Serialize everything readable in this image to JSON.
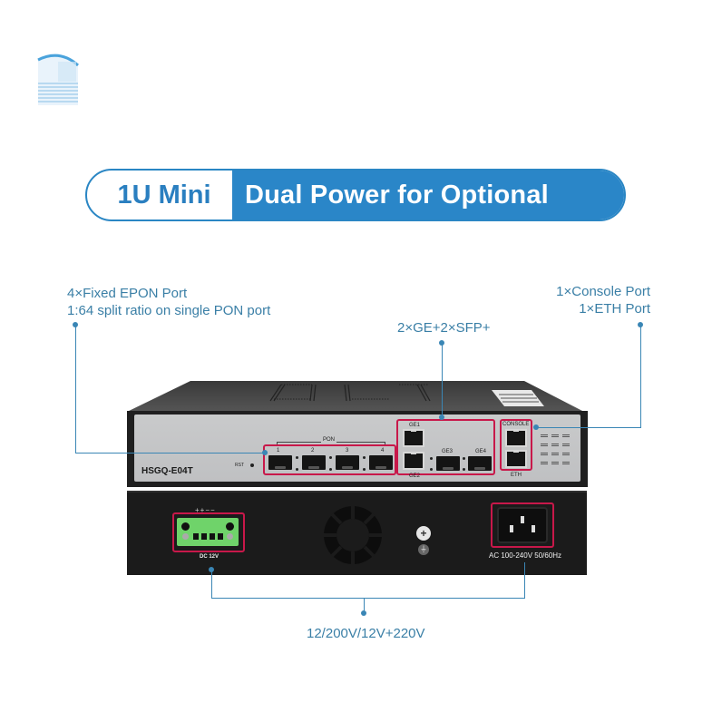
{
  "logo": {
    "icon": "brand-logo-icon"
  },
  "banner": {
    "left_text": "1U Mini",
    "right_text": "Dual Power for Optional",
    "accent_color": "#2a86c8"
  },
  "annotations": {
    "pon_line1": "4×Fixed EPON Port",
    "pon_line2": "1:64 split ratio on single PON port",
    "uplink": "2×GE+2×SFP+",
    "console_line1": "1×Console Port",
    "console_line2": "1×ETH Port",
    "power": "12/200V/12V+220V"
  },
  "device": {
    "model": "HSGQ-E04T",
    "rst_label": "RST",
    "pon_group_label": "PON",
    "pon_ports": [
      "1",
      "2",
      "3",
      "4"
    ],
    "ge_ports": {
      "ge1": "GE1",
      "ge2": "GE2",
      "ge3": "GE3",
      "ge4": "GE4"
    },
    "console_label": "CONSOLE",
    "eth_label": "ETH",
    "dc_polarity": "++−−",
    "dc_label": "DC 12V",
    "ac_label": "AC 100-240V 50/60Hz",
    "highlight_color": "#c8184a"
  }
}
